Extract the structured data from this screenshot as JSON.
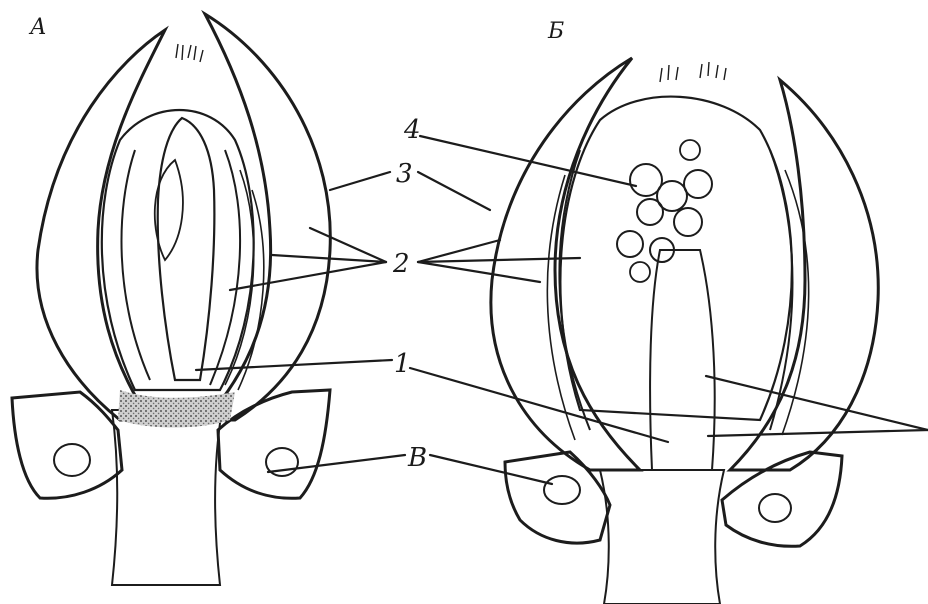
{
  "panels": [
    {
      "id": "A",
      "letter": "А"
    },
    {
      "id": "B",
      "letter": "Б"
    }
  ],
  "callouts": {
    "one": "1",
    "two": "2",
    "three": "3",
    "four": "4",
    "v": "В"
  },
  "colors": {
    "ink": "#1c1c1c",
    "paper": "#ffffff",
    "tissue": "#d8d8d8"
  }
}
